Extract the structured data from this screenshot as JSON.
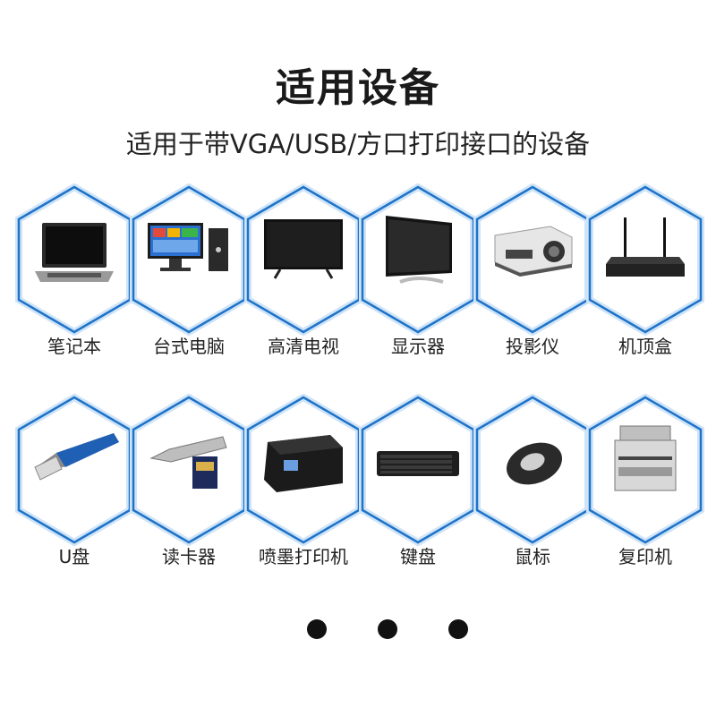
{
  "header": {
    "title": "适用设备",
    "subtitle": "适用于带VGA/USB/方口打印接口的设备"
  },
  "colors": {
    "hex_outline": "#1f73c9",
    "hex_glow": "#cfe4f7",
    "text": "#222222"
  },
  "devices_row1": [
    {
      "label": "笔记本",
      "icon": "laptop-icon"
    },
    {
      "label": "台式电脑",
      "icon": "desktop-computer-icon"
    },
    {
      "label": "高清电视",
      "icon": "tv-icon"
    },
    {
      "label": "显示器",
      "icon": "monitor-icon"
    },
    {
      "label": "投影仪",
      "icon": "projector-icon"
    },
    {
      "label": "机顶盒",
      "icon": "set-top-box-icon"
    }
  ],
  "devices_row2": [
    {
      "label": "U盘",
      "icon": "usb-drive-icon"
    },
    {
      "label": "读卡器",
      "icon": "card-reader-icon"
    },
    {
      "label": "喷墨打印机",
      "icon": "inkjet-printer-icon"
    },
    {
      "label": "键盘",
      "icon": "keyboard-icon"
    },
    {
      "label": "鼠标",
      "icon": "mouse-icon"
    },
    {
      "label": "复印机",
      "icon": "copier-icon"
    }
  ]
}
